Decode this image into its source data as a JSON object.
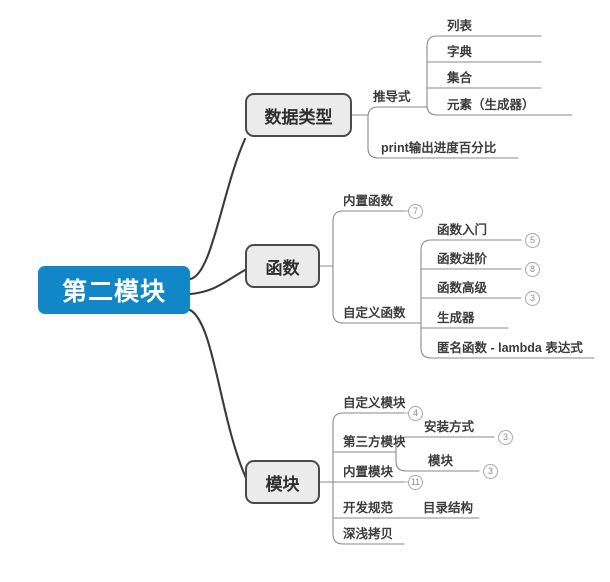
{
  "title": "第二模块 思维导图",
  "colors": {
    "root_fill": "#1287c8",
    "root_text": "#ffffff",
    "node_fill": "#ebebeb",
    "node_border": "#4b4b4b",
    "node_text": "#2f2f2f",
    "line": "#8a8a8a",
    "trunk": "#3a3a3a",
    "badge_border": "#a8a8a8",
    "badge_text": "#8c8c8c",
    "background": "#ffffff"
  },
  "root": {
    "label": "第二模块"
  },
  "branches": [
    {
      "id": "data-types",
      "label": "数据类型",
      "children": [
        {
          "id": "comprehension",
          "label": "推导式",
          "badge": null,
          "children": [
            {
              "id": "list",
              "label": "列表",
              "badge": null
            },
            {
              "id": "dict",
              "label": "字典",
              "badge": null
            },
            {
              "id": "set",
              "label": "集合",
              "badge": null
            },
            {
              "id": "element-generator",
              "label": "元素（生成器）",
              "badge": null
            }
          ]
        },
        {
          "id": "print-progress",
          "label": "print输出进度百分比",
          "badge": null,
          "children": []
        }
      ]
    },
    {
      "id": "functions",
      "label": "函数",
      "children": [
        {
          "id": "builtin-functions",
          "label": "内置函数",
          "badge": "7",
          "children": []
        },
        {
          "id": "custom-functions",
          "label": "自定义函数",
          "badge": null,
          "children": [
            {
              "id": "function-intro",
              "label": "函数入门",
              "badge": "5"
            },
            {
              "id": "function-advanced",
              "label": "函数进阶",
              "badge": "8"
            },
            {
              "id": "function-senior",
              "label": "函数高级",
              "badge": "3"
            },
            {
              "id": "generator",
              "label": "生成器",
              "badge": null
            },
            {
              "id": "lambda",
              "label": "匿名函数 - lambda 表达式",
              "badge": null
            }
          ]
        }
      ]
    },
    {
      "id": "modules",
      "label": "模块",
      "children": [
        {
          "id": "custom-module",
          "label": "自定义模块",
          "badge": "4",
          "children": []
        },
        {
          "id": "third-party-module",
          "label": "第三方模块",
          "badge": null,
          "children": [
            {
              "id": "install-method",
              "label": "安装方式",
              "badge": "3"
            },
            {
              "id": "module",
              "label": "模块",
              "badge": "3"
            }
          ]
        },
        {
          "id": "builtin-module",
          "label": "内置模块",
          "badge": "11",
          "children": []
        },
        {
          "id": "dev-standard",
          "label": "开发规范",
          "badge": null,
          "children": [
            {
              "id": "directory-structure",
              "label": "目录结构",
              "badge": null
            }
          ]
        },
        {
          "id": "deep-shallow-copy",
          "label": "深浅拷贝",
          "badge": null,
          "children": []
        }
      ]
    }
  ]
}
